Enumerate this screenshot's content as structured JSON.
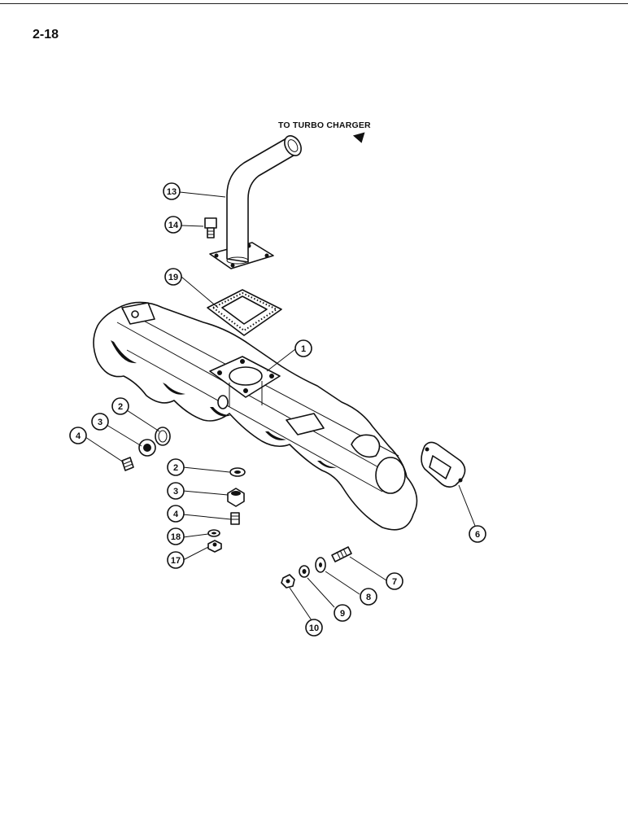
{
  "page": {
    "number": "2-18"
  },
  "diagram": {
    "destination_label": "TO TURBO CHARGER",
    "callouts": [
      {
        "id": "c13",
        "label": "13"
      },
      {
        "id": "c14",
        "label": "14"
      },
      {
        "id": "c19",
        "label": "19"
      },
      {
        "id": "c1",
        "label": "1"
      },
      {
        "id": "c2a",
        "label": "2"
      },
      {
        "id": "c3a",
        "label": "3"
      },
      {
        "id": "c4a",
        "label": "4"
      },
      {
        "id": "c2b",
        "label": "2"
      },
      {
        "id": "c3b",
        "label": "3"
      },
      {
        "id": "c4b",
        "label": "4"
      },
      {
        "id": "c18",
        "label": "18"
      },
      {
        "id": "c17",
        "label": "17"
      },
      {
        "id": "c6",
        "label": "6"
      },
      {
        "id": "c7",
        "label": "7"
      },
      {
        "id": "c8",
        "label": "8"
      },
      {
        "id": "c9",
        "label": "9"
      },
      {
        "id": "c10",
        "label": "10"
      }
    ]
  }
}
